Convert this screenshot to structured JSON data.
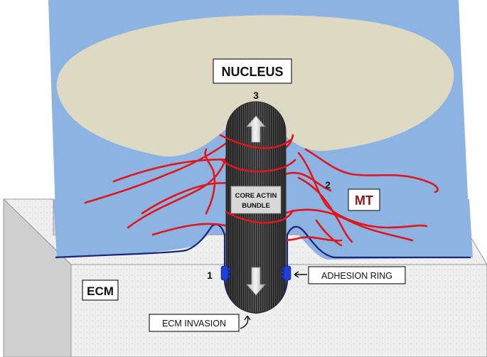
{
  "labels": {
    "nucleus": "NUCLEUS",
    "core_actin_bundle_line1": "CORE ACTIN",
    "core_actin_bundle_line2": "BUNDLE",
    "mt": "MT",
    "ecm": "ECM",
    "adhesion_ring": "ADHESION RING",
    "ecm_invasion": "ECM INVASION"
  },
  "markers": {
    "one": "1",
    "two": "2",
    "three": "3"
  },
  "colors": {
    "cytoplasm": "#8db3e2",
    "nucleus": "#ddd9c3",
    "microtubule": "#e0161b",
    "mt_label": "#8b1a1a",
    "adhesion": "#1f3fd8",
    "membrane": "#1a237e",
    "actin_core": "#4a4a4a",
    "ecm": "#ececec"
  }
}
